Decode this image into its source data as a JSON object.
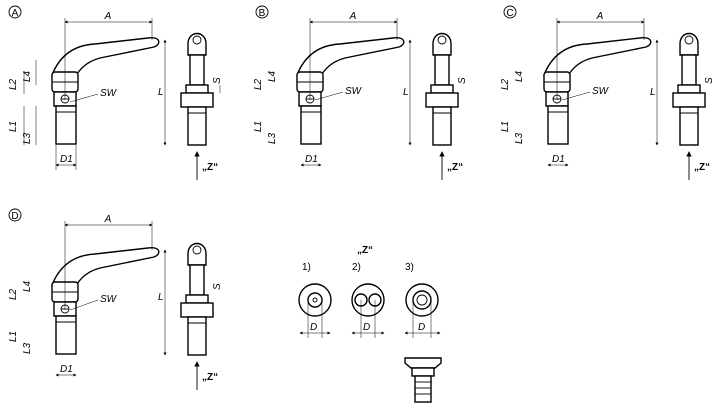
{
  "variants": [
    {
      "badge": "A"
    },
    {
      "badge": "B"
    },
    {
      "badge": "C"
    },
    {
      "badge": "D"
    }
  ],
  "dimensions": {
    "A": "A",
    "L": "L",
    "L1": "L1",
    "L2": "L2",
    "L3": "L3",
    "L4": "L4",
    "SW": "SW",
    "D1": "D1",
    "S": "S",
    "Z": "„Z“"
  },
  "views": {
    "title": "„Z“",
    "items": [
      {
        "label": "1)",
        "dim": "D"
      },
      {
        "label": "2)",
        "dim": "D"
      },
      {
        "label": "3)",
        "dim": "D"
      }
    ]
  }
}
